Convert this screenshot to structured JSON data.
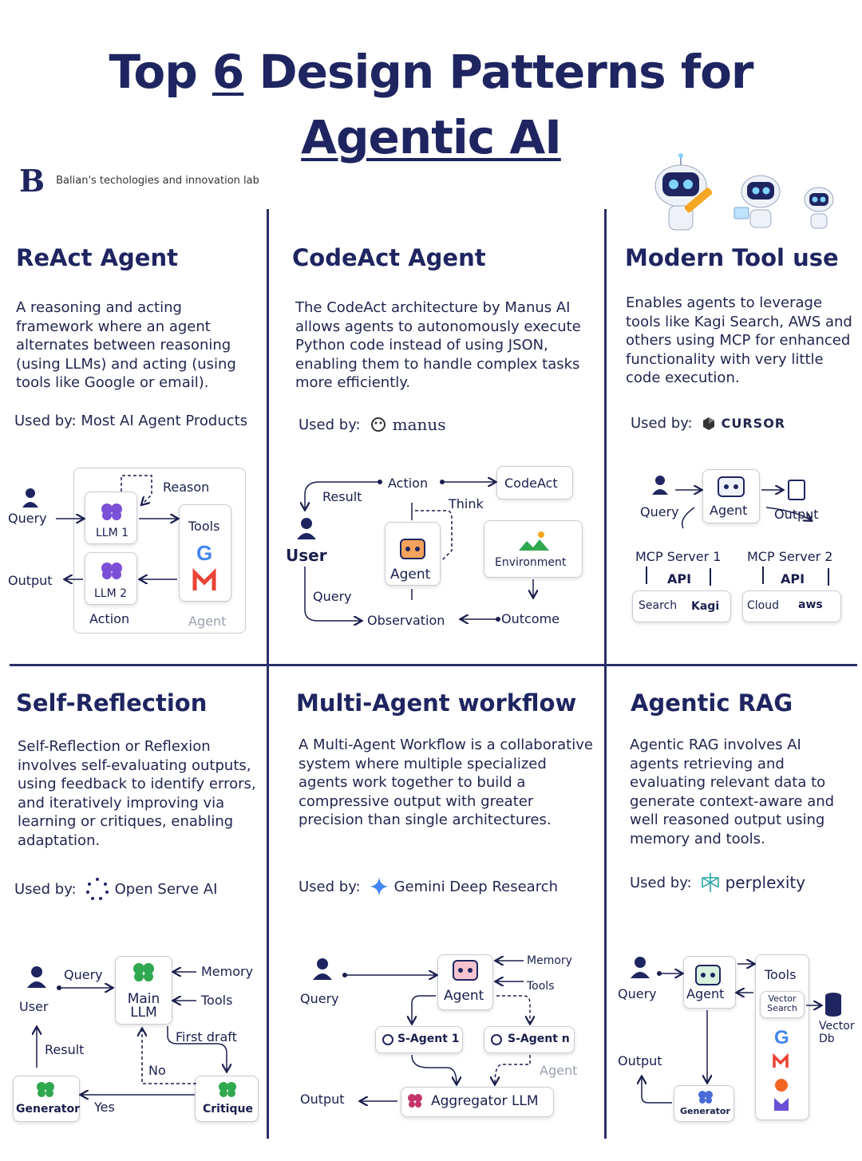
{
  "header": {
    "title_part1": "Top ",
    "title_num": "6",
    "title_part2": " Design Patterns for",
    "title_line2": "Agentic AI",
    "brand_logo": "B",
    "brand_text": "Balian's techologies and innovation lab"
  },
  "panels": {
    "react": {
      "title": "ReAct Agent",
      "description": "A reasoning and acting framework where an agent alternates between reasoning (using LLMs) and acting (using tools like Google or email).",
      "used_by": "Used by: Most AI Agent Products",
      "diagram": {
        "query": "Query",
        "output": "Output",
        "reason": "Reason",
        "llm1": "LLM 1",
        "llm2": "LLM 2",
        "tools": "Tools",
        "action": "Action",
        "agent": "Agent"
      }
    },
    "codeact": {
      "title": "CodeAct Agent",
      "description": "The CodeAct architecture by Manus AI allows agents to autonomously execute Python code instead of using JSON, enabling them to handle complex tasks more efficiently.",
      "used_by_label": "Used by:",
      "used_by_tool": "manus",
      "diagram": {
        "result": "Result",
        "action": "Action",
        "codeact": "CodeAct",
        "think": "Think",
        "user": "User",
        "agent": "Agent",
        "environment": "Environment",
        "query": "Query",
        "observation": "Observation",
        "outcome": "Outcome"
      }
    },
    "tooluse": {
      "title": "Modern Tool use",
      "description": "Enables agents to leverage tools like Kagi Search, AWS and others using MCP for enhanced functionality with very little code execution.",
      "used_by_label": "Used by:",
      "used_by_tool": "CURSOR",
      "diagram": {
        "query": "Query",
        "agent": "Agent",
        "output": "Output",
        "mcp1": "MCP Server 1",
        "mcp2": "MCP Server 2",
        "api": "API",
        "search": "Search",
        "kagi": "Kagi",
        "cloud": "Cloud",
        "aws": "aws"
      }
    },
    "reflection": {
      "title": "Self-Reflection",
      "description": "Self-Reflection or Reflexion involves self-evaluating outputs, using feedback to identify errors, and iteratively improving via learning or critiques, enabling adaptation.",
      "used_by_label": "Used by:",
      "used_by_tool": "Open Serve AI",
      "diagram": {
        "query": "Query",
        "user": "User",
        "main_llm": "Main LLM",
        "memory": "Memory",
        "tools": "Tools",
        "result": "Result",
        "first_draft": "First draft",
        "no": "No",
        "generator": "Generator",
        "yes": "Yes",
        "critique": "Critique"
      }
    },
    "multiagent": {
      "title": "Multi-Agent workflow",
      "description": "A Multi-Agent Workflow is a collaborative system where multiple specialized agents work together to build a compressive output with greater precision than single architectures.",
      "used_by_label": "Used by:",
      "used_by_tool": "Gemini Deep Research",
      "diagram": {
        "query": "Query",
        "agent": "Agent",
        "memory": "Memory",
        "tools": "Tools",
        "sagent1": "S-Agent 1",
        "sagentn": "S-Agent n",
        "agent_label": "Agent",
        "output": "Output",
        "aggregator": "Aggregator LLM"
      }
    },
    "rag": {
      "title": "Agentic RAG",
      "description": "Agentic RAG involves AI agents retrieving and evaluating relevant data to generate context-aware and well reasoned output using memory and tools.",
      "used_by_label": "Used by:",
      "used_by_tool": "perplexity",
      "diagram": {
        "query": "Query",
        "agent": "Agent",
        "tools": "Tools",
        "vector_search": "Vector Search",
        "vector_db": "Vector Db",
        "output": "Output",
        "generator": "Generator"
      }
    }
  },
  "colors": {
    "navy": "#1e2560",
    "purple": "#7b4fd6",
    "green": "#2fa84f",
    "google_blue": "#4285f4",
    "google_red": "#ea4335",
    "google_yellow": "#fbbc05",
    "google_green": "#34a853"
  }
}
